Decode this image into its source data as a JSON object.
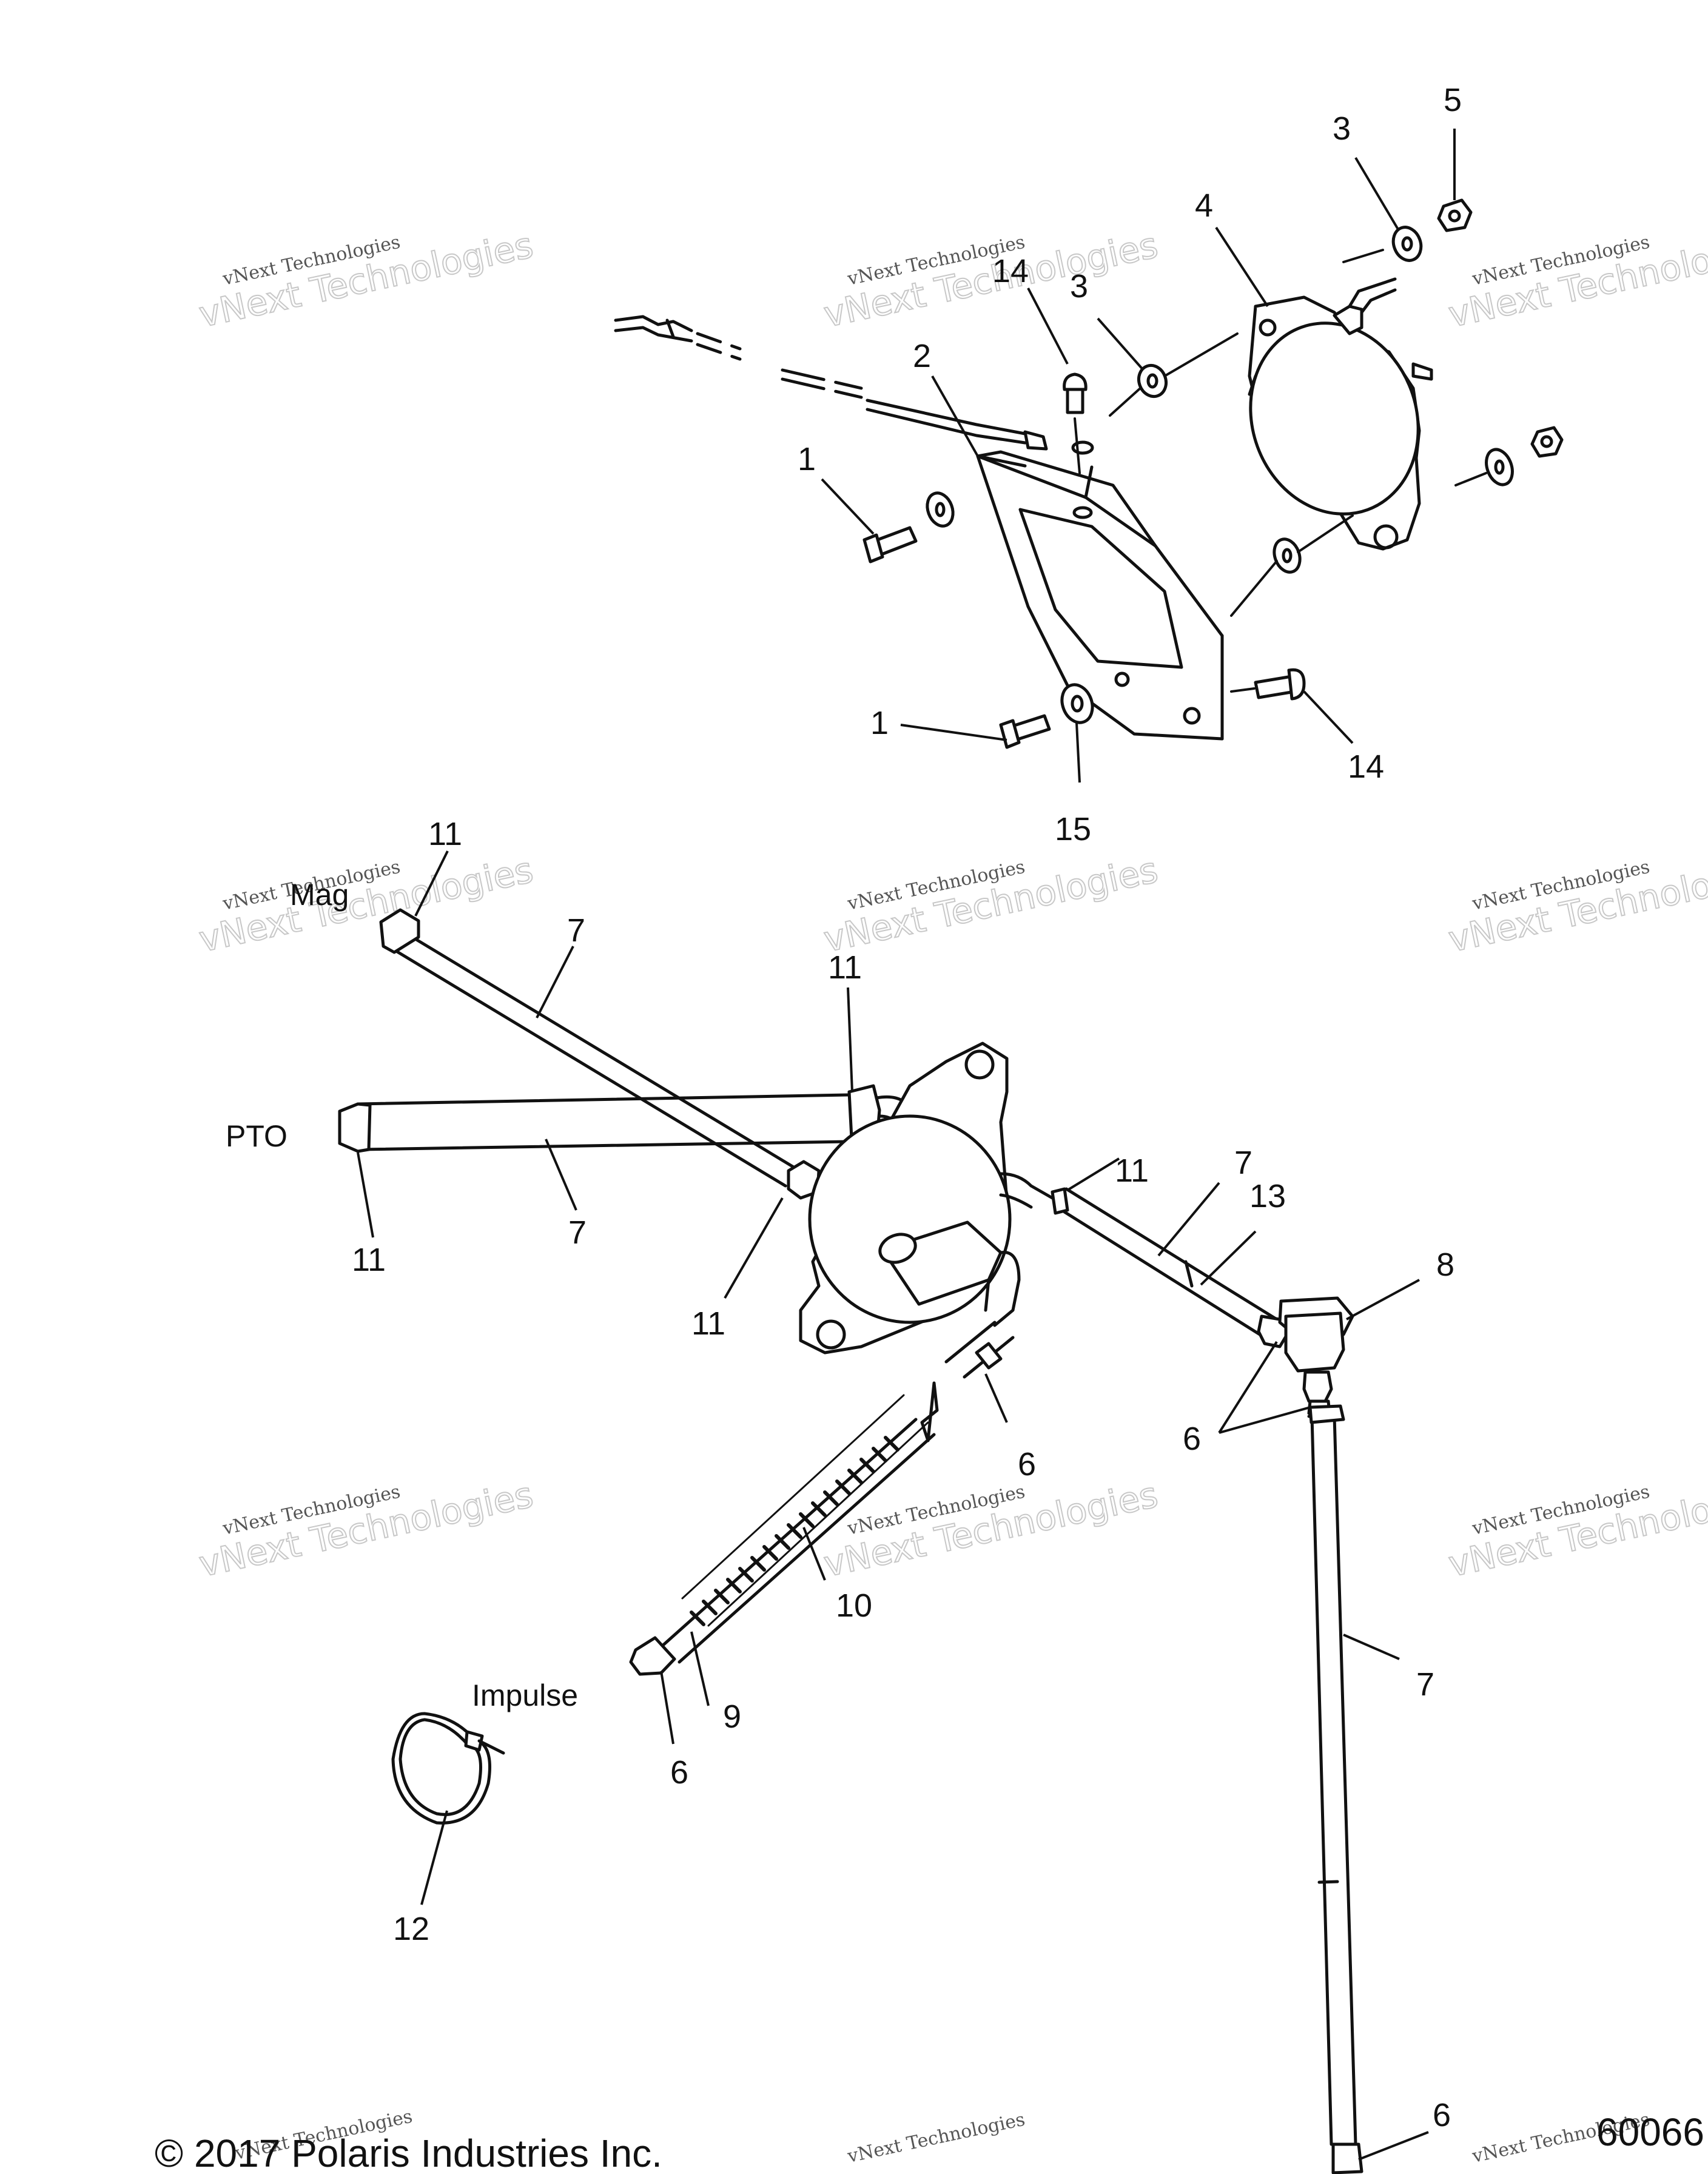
{
  "callouts": [
    {
      "text": "5"
    },
    {
      "text": "3"
    },
    {
      "text": "4"
    },
    {
      "text": "14"
    },
    {
      "text": "3"
    },
    {
      "text": "2"
    },
    {
      "text": "1"
    },
    {
      "text": "1"
    },
    {
      "text": "15"
    },
    {
      "text": "14"
    },
    {
      "text": "11"
    },
    {
      "text": "7"
    },
    {
      "text": "11"
    },
    {
      "text": "11"
    },
    {
      "text": "7"
    },
    {
      "text": "11"
    },
    {
      "text": "11"
    },
    {
      "text": "7"
    },
    {
      "text": "13"
    },
    {
      "text": "8"
    },
    {
      "text": "6"
    },
    {
      "text": "6"
    },
    {
      "text": "10"
    },
    {
      "text": "9"
    },
    {
      "text": "6"
    },
    {
      "text": "7"
    },
    {
      "text": "12"
    },
    {
      "text": "6"
    }
  ],
  "labels": {
    "mag": "Mag",
    "pto": "PTO",
    "impulse": "Impulse"
  },
  "watermark": {
    "line1": "vNext Technologies",
    "line2": "vNext Technologies"
  },
  "footer": {
    "copyright": "© 2017 Polaris Industries Inc.",
    "code": "60066"
  }
}
